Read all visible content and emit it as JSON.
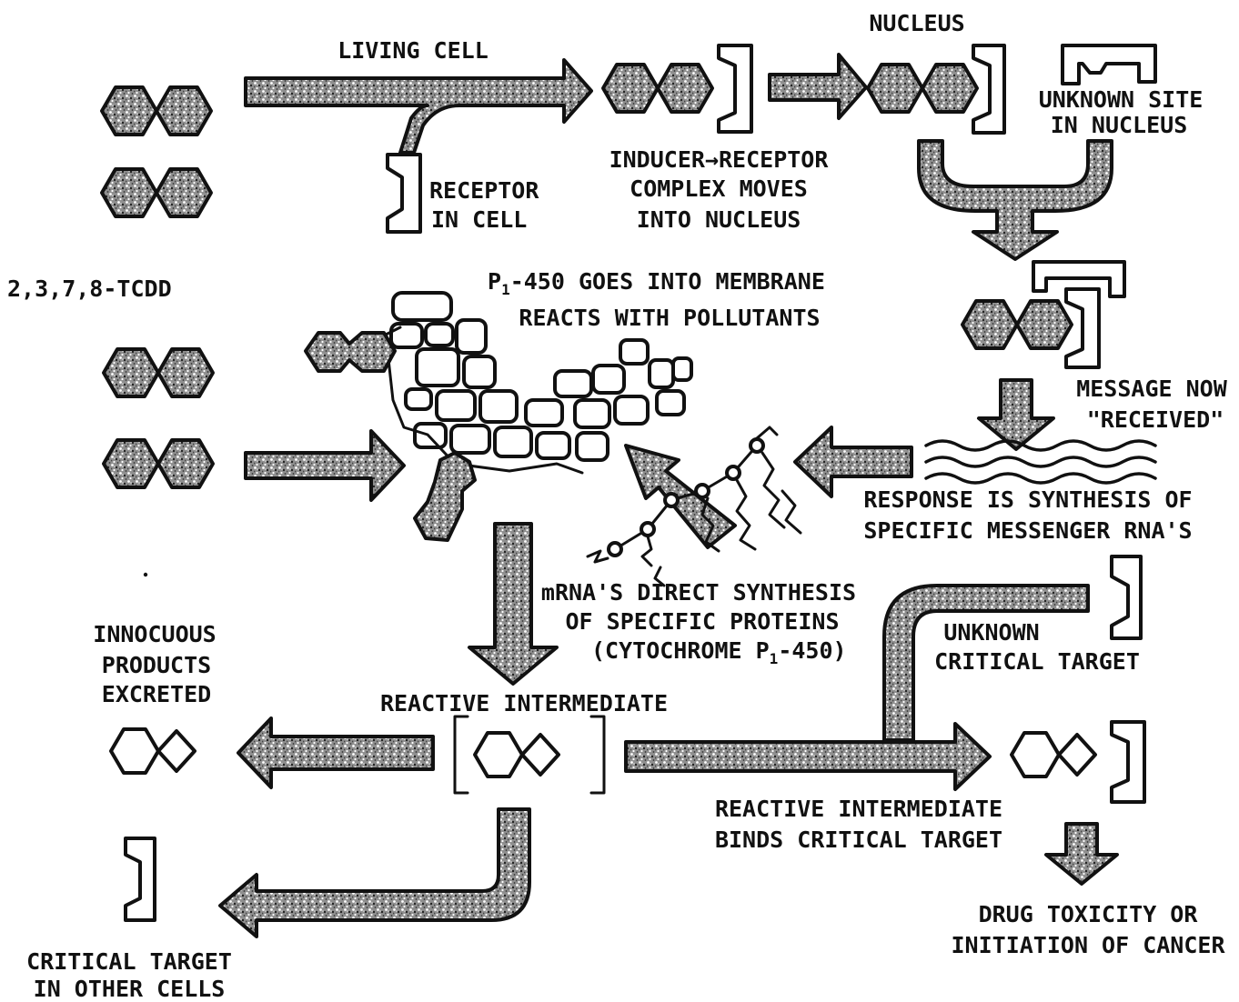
{
  "labels": {
    "living_cell": "LIVING CELL",
    "nucleus": "NUCLEUS",
    "unknown_site_1": "UNKNOWN SITE",
    "unknown_site_2": "IN NUCLEUS",
    "receptor_1": "RECEPTOR",
    "receptor_2": "IN CELL",
    "inducer_1": "INDUCER→RECEPTOR",
    "inducer_2": "COMPLEX MOVES",
    "inducer_3": "INTO NUCLEUS",
    "tcdd": "2,3,7,8-TCDD",
    "p450_1a": "P",
    "p450_1sub": "1",
    "p450_1b": "-450 GOES INTO MEMBRANE",
    "p450_2": "REACTS WITH POLLUTANTS",
    "message_1": "MESSAGE NOW",
    "message_2": "\"RECEIVED\"",
    "response_1": "RESPONSE IS SYNTHESIS OF",
    "response_2": "SPECIFIC MESSENGER RNA'S",
    "mrna_1": "mRNA'S DIRECT SYNTHESIS",
    "mrna_2": "OF SPECIFIC PROTEINS",
    "mrna_3a": "(CYTOCHROME P",
    "mrna_3sub": "1",
    "mrna_3b": "-450)",
    "innocuous_1": "INNOCUOUS",
    "innocuous_2": "PRODUCTS",
    "innocuous_3": "EXCRETED",
    "reactive_intermediate": "REACTIVE INTERMEDIATE",
    "unknown_target_1": "UNKNOWN",
    "unknown_target_2": "CRITICAL TARGET",
    "binds_1": "REACTIVE INTERMEDIATE",
    "binds_2": "BINDS CRITICAL TARGET",
    "toxicity_1": "DRUG TOXICITY OR",
    "toxicity_2": "INITIATION OF CANCER",
    "other_cells_1": "CRITICAL TARGET",
    "other_cells_2": "IN OTHER CELLS"
  },
  "colors": {
    "ink": "#111111",
    "stipple_background": "#9a9a9a",
    "paper": "#ffffff"
  }
}
